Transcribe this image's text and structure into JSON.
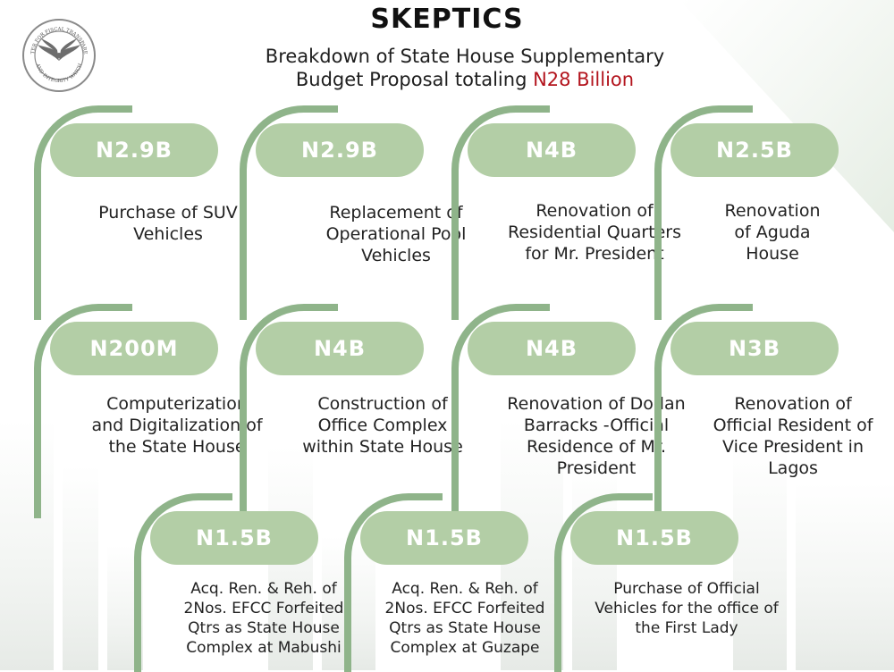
{
  "header": {
    "title": "SKEPTICS",
    "subtitle_line1": "Breakdown of State House Supplementary",
    "subtitle_line2_prefix": "Budget Proposal totaling ",
    "subtitle_highlight": "N28 Billion",
    "highlight_color": "#b3141d"
  },
  "logo": {
    "text_top": "CENTER FOR FISCAL TRANSPARENCY",
    "text_bottom": "AND INTEGRITY WATCH",
    "icon": "eagle-wings-icon"
  },
  "colors": {
    "arc": "#8fb48a",
    "pill": "#b3cea6",
    "pill_text": "#ffffff"
  },
  "items": [
    {
      "amount": "N2.9B",
      "lines": [
        "Purchase of SUV",
        "Vehicles"
      ]
    },
    {
      "amount": "N2.9B",
      "lines": [
        "Replacement of",
        "Operational Pool",
        "Vehicles"
      ]
    },
    {
      "amount": "N4B",
      "lines": [
        "Renovation of",
        "Residential Quarters",
        "for Mr. President"
      ]
    },
    {
      "amount": "N2.5B",
      "lines": [
        "Renovation",
        "of Aguda",
        "House"
      ]
    },
    {
      "amount": "N200M",
      "lines": [
        "Computerization",
        "and Digitalization of",
        "the State House"
      ]
    },
    {
      "amount": "N4B",
      "lines": [
        "Construction of",
        "Office Complex",
        "within State House"
      ]
    },
    {
      "amount": "N4B",
      "lines": [
        "Renovation of Dodan",
        "Barracks -Official",
        "Residence of Mr.",
        "President"
      ]
    },
    {
      "amount": "N3B",
      "lines": [
        "Renovation of",
        "Official Resident of",
        "Vice President in",
        "Lagos"
      ]
    },
    {
      "amount": "N1.5B",
      "lines": [
        "Acq. Ren. & Reh. of",
        "2Nos. EFCC Forfeited",
        "Qtrs as State House",
        "Complex at Mabushi"
      ]
    },
    {
      "amount": "N1.5B",
      "lines": [
        "Acq. Ren. & Reh. of",
        "2Nos. EFCC Forfeited",
        "Qtrs as State House",
        "Complex at Guzape"
      ]
    },
    {
      "amount": "N1.5B",
      "lines": [
        "Purchase of Official",
        "Vehicles for the office of",
        "the First Lady"
      ]
    }
  ]
}
